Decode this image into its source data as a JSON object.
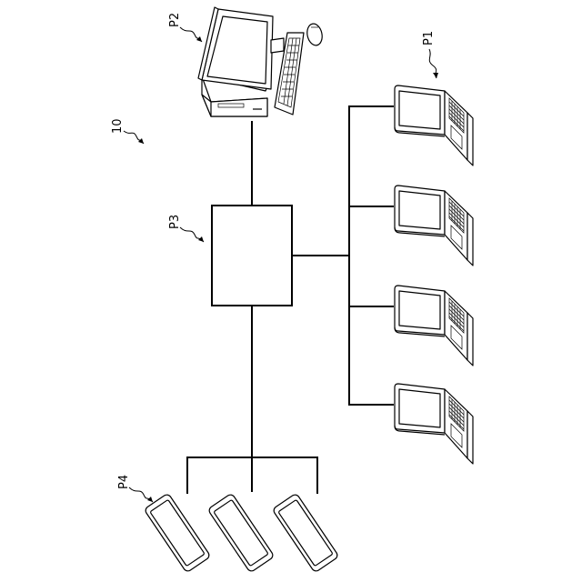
{
  "labels": {
    "system": "10",
    "laptops": "P1",
    "desktop": "P2",
    "hub": "P3",
    "tablets": "P4"
  },
  "nodes": {
    "hub": {
      "id": "P3",
      "kind": "box"
    },
    "desktop": {
      "id": "P2",
      "kind": "desktop-computer-icon",
      "count": 1
    },
    "laptops": {
      "id": "P1",
      "kind": "laptop-icon",
      "count": 4
    },
    "tablets": {
      "id": "P4",
      "kind": "tablet-icon",
      "count": 3
    }
  },
  "connections": [
    {
      "from": "P3",
      "to": "P2"
    },
    {
      "from": "P3",
      "to": "P1",
      "count": 4
    },
    {
      "from": "P3",
      "to": "P4",
      "count": 3
    }
  ]
}
